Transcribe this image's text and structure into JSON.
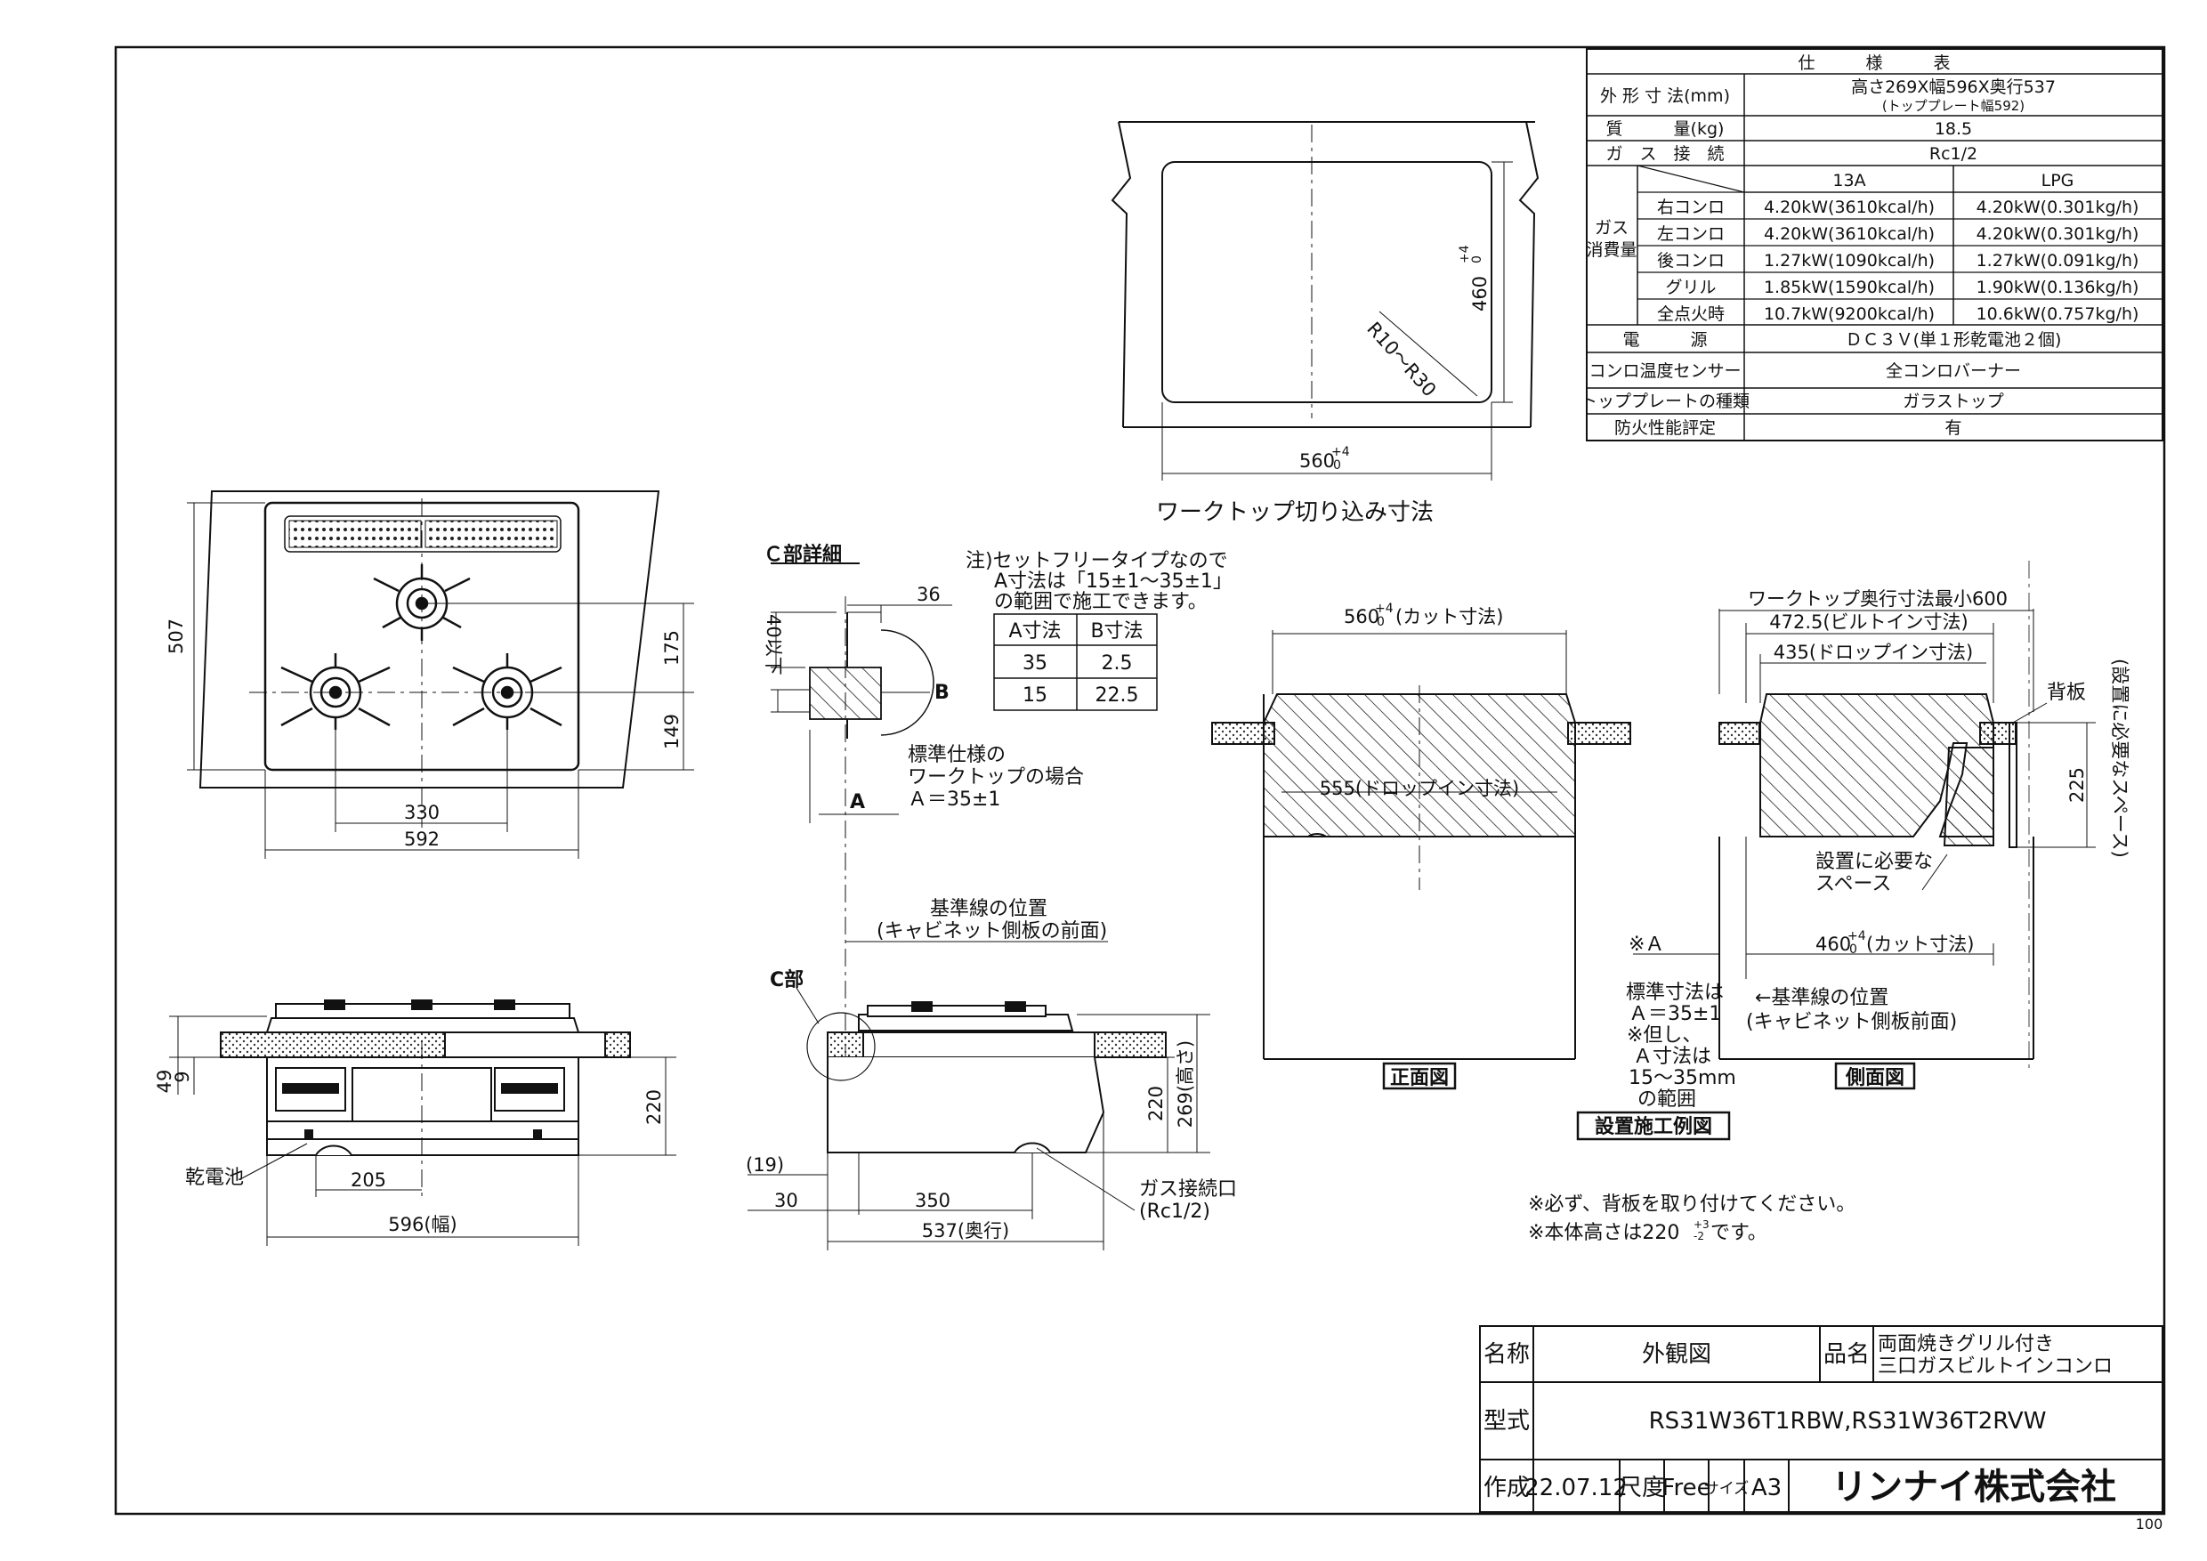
{
  "spec": {
    "header": "仕　　　様　　　表",
    "rows": [
      {
        "label": "外 形 寸 法(mm)",
        "value": "高さ269X幅596X奥行537",
        "sub": "(トッププレート幅592)"
      },
      {
        "label": "質　　　量(kg)",
        "value": "18.5"
      },
      {
        "label": "ガ　ス　接　続",
        "value": "Rc1/2"
      },
      {
        "label": "電　　　源",
        "value": "ＤＣ３Ｖ(単１形乾電池２個)"
      },
      {
        "label": "コンロ温度センサー",
        "value": "全コンロバーナー"
      },
      {
        "label": "トッププレートの種類",
        "value": "ガラストップ"
      },
      {
        "label": "防火性能評定",
        "value": "有"
      }
    ],
    "gas_label": "ガス消費量",
    "gas_label_lines": [
      "ガス",
      "消費量"
    ],
    "gas_cols": [
      "13A",
      "LPG"
    ],
    "gas_rows": [
      {
        "name": "右コンロ",
        "a": "4.20kW(3610kcal/h)",
        "b": "4.20kW(0.301kg/h)"
      },
      {
        "name": "左コンロ",
        "a": "4.20kW(3610kcal/h)",
        "b": "4.20kW(0.301kg/h)"
      },
      {
        "name": "後コンロ",
        "a": "1.27kW(1090kcal/h)",
        "b": "1.27kW(0.091kg/h)"
      },
      {
        "name": "グリル",
        "a": "1.85kW(1590kcal/h)",
        "b": "1.90kW(0.136kg/h)"
      },
      {
        "name": "全点火時",
        "a": "10.7kW(9200kcal/h)",
        "b": "10.6kW(0.757kg/h)"
      }
    ]
  },
  "cutout": {
    "title": "ワークトップ切り込み寸法",
    "width": "560",
    "depth": "460",
    "tol": "+4",
    "tol0": "0",
    "radius": "R10～R30"
  },
  "top_view": {
    "dim_507": "507",
    "dim_175": "175",
    "dim_149": "149",
    "dim_330": "330",
    "dim_592": "592"
  },
  "front_view": {
    "dim_49": "49",
    "dim_9": "9",
    "dim_220": "220",
    "dim_205": "205",
    "dim_596": "596(幅)",
    "battery": "乾電池"
  },
  "side_view": {
    "c_part": "C部",
    "dim_220": "220",
    "dim_269": "269(高さ)",
    "dim_19": "(19)",
    "dim_30": "30",
    "dim_350": "350",
    "dim_537": "537(奥行)",
    "gas_port": "ガス接続口",
    "gas_port2": "(Rc1/2)"
  },
  "c_detail": {
    "title": "Ｃ部詳細",
    "dim_36": "36",
    "dim_40": "40以下",
    "label_b": "B",
    "label_a": "A",
    "std_lines": [
      "標準仕様の",
      "ワークトップの場合",
      "Ａ＝35±1"
    ],
    "base_lines": [
      "基準線の位置",
      "(キャビネット側板の前面)"
    ]
  },
  "note": {
    "lines": [
      "注)セットフリータイプなので",
      "A寸法は「15±1～35±1」",
      "の範囲で施工できます。"
    ],
    "headers": [
      "A寸法",
      "B寸法"
    ],
    "rows": [
      [
        "35",
        "2.5"
      ],
      [
        "15",
        "22.5"
      ]
    ]
  },
  "install": {
    "front": {
      "dim_560": "560",
      "cut": "(カット寸法)",
      "dim_555": "555(ドロップイン寸法)",
      "label": "正面図"
    },
    "side": {
      "dim_600": "ワークトップ奥行寸法最小600",
      "dim_472": "472.5(ビルトイン寸法)",
      "dim_435": "435(ドロップイン寸法)",
      "back": "背板",
      "space_v": "(設置に必要なスペース)",
      "dim_225": "225",
      "space_lines": [
        "設置に必要な",
        "スペース"
      ],
      "dim_460": "460",
      "cut": "(カット寸法)",
      "base_lines": [
        "←基準線の位置",
        "(キャビネット側板前面)"
      ],
      "label": "側面図"
    },
    "mark_a": "※Ａ",
    "std_lines": [
      "標準寸法は",
      "Ａ＝35±1",
      "※但し、",
      "Ａ寸法は",
      "15～35mm",
      "の範囲"
    ],
    "title": "設置施工例図"
  },
  "notes": [
    "※必ず、背板を取り付けてください。",
    "※本体高さは220",
    "です。"
  ],
  "notes_tol": [
    "+3",
    "-2"
  ],
  "title_block": {
    "name_label": "名称",
    "name": "外観図",
    "product_label": "品名",
    "product_lines": [
      "両面焼きグリル付き",
      "三口ガスビルトインコンロ"
    ],
    "model_label": "型式",
    "model": "RS31W36T1RBW,RS31W36T2RVW",
    "made_label": "作成",
    "date": "22.07.12",
    "scale_label": "尺度",
    "scale": "Free",
    "size_label": "サイズ",
    "size": "A3",
    "company": "リンナイ株式会社"
  },
  "page_no": "100"
}
